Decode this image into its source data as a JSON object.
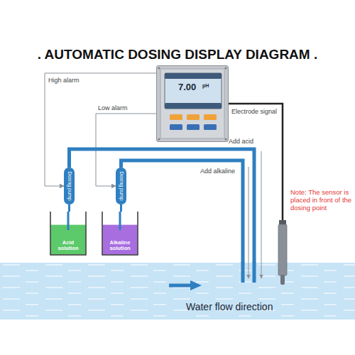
{
  "diagram": {
    "title": ". AUTOMATIC DOSING DISPLAY DIAGRAM .",
    "nodes": [
      {
        "text": [
          "7.00",
          "pH"
        ]
      },
      {
        "text": [
          "Dosing pump"
        ]
      },
      {
        "text": [
          "Dosing pump"
        ]
      },
      {
        "text": [
          "Acid solution"
        ]
      },
      {
        "text": [
          "Alkaline solution"
        ]
      },
      {
        "text": [
          "Water flow direction"
        ]
      }
    ],
    "edges": [
      {
        "from": 0,
        "to": 1,
        "label": "High alarm",
        "arrow": "to"
      },
      {
        "from": 0,
        "to": 2,
        "label": "Low alarm",
        "arrow": "to"
      },
      {
        "from": 1,
        "to": 5,
        "label": "Add acid",
        "arrow": "none"
      },
      {
        "from": 2,
        "to": 5,
        "label": "Add alkaline",
        "arrow": "none"
      },
      {
        "from": 1,
        "to": 3,
        "arrow": "none"
      },
      {
        "from": 2,
        "to": 4,
        "arrow": "none"
      }
    ],
    "labels": [
      "Electrode signal",
      "Note: The sensor is placed in front of the dosing point"
    ]
  }
}
